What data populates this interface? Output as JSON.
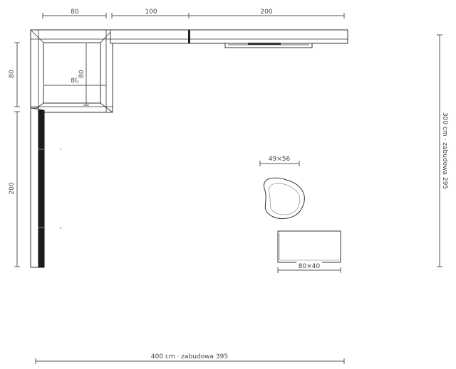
{
  "dimensions": {
    "top_left": "80",
    "top_middle": "100",
    "top_right": "200",
    "left_upper": "80",
    "left_lower": "200",
    "inner_width": "80",
    "inner_height": "80",
    "total_width": "400 cm · zabudowa 395",
    "total_height": "300 cm · zabudowa 295"
  },
  "furniture": {
    "chair_size": "49×56",
    "table_size": "80×40"
  }
}
